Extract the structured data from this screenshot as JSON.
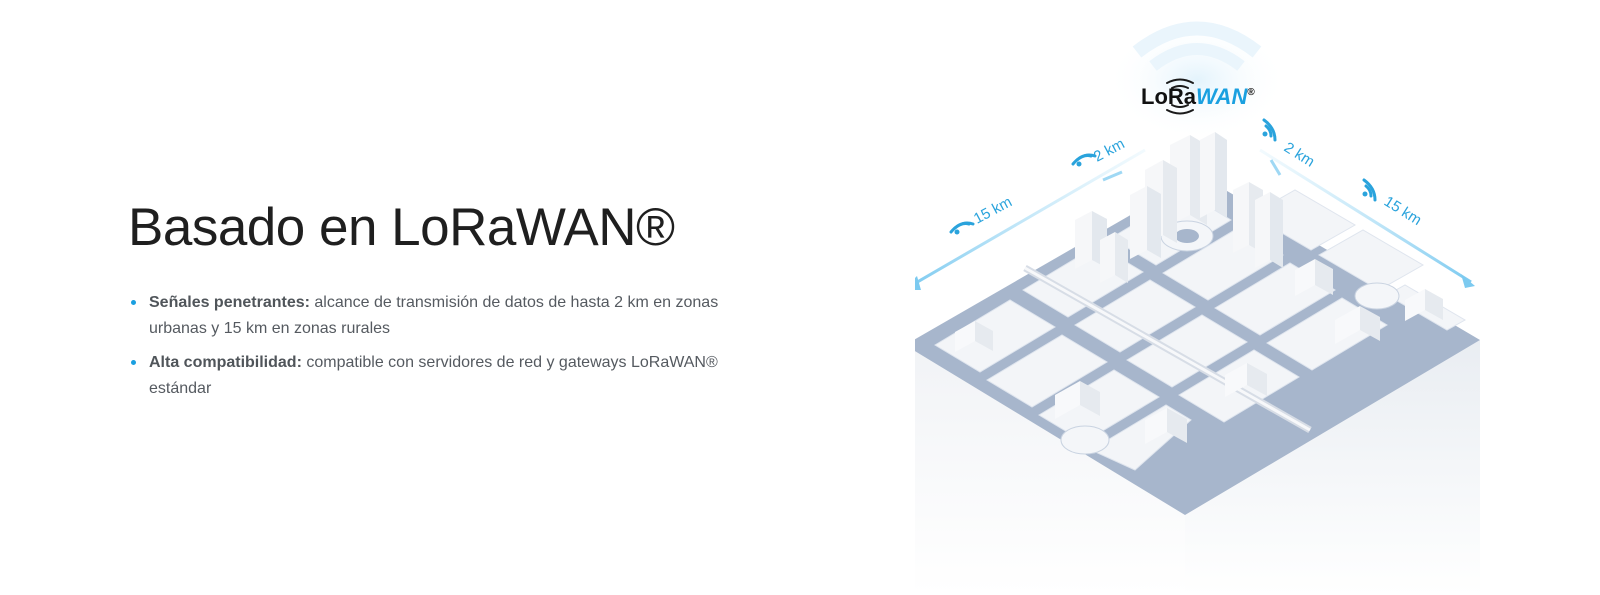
{
  "section": {
    "title": "Basado en LoRaWAN®",
    "features": [
      {
        "lead": "Señales penetrantes:",
        "text": " alcance de transmisión de datos de hasta 2 km en zonas urbanas y 15 km en zonas rurales"
      },
      {
        "lead": "Alta compatibilidad:",
        "text": " compatible con servidores de red y gateways LoRaWAN® estándar"
      }
    ]
  },
  "illustration": {
    "logo_part1": "LoRa",
    "logo_part2": "WAN",
    "logo_reg": "®",
    "labels": {
      "left_far": "15 km",
      "left_near": "2 km",
      "right_near": "2 km",
      "right_far": "15 km"
    }
  },
  "colors": {
    "accent": "#1a9fe0",
    "logo_blue": "#1aa0e0",
    "road": "#a7b6cc",
    "building": "#f4f6f9"
  }
}
